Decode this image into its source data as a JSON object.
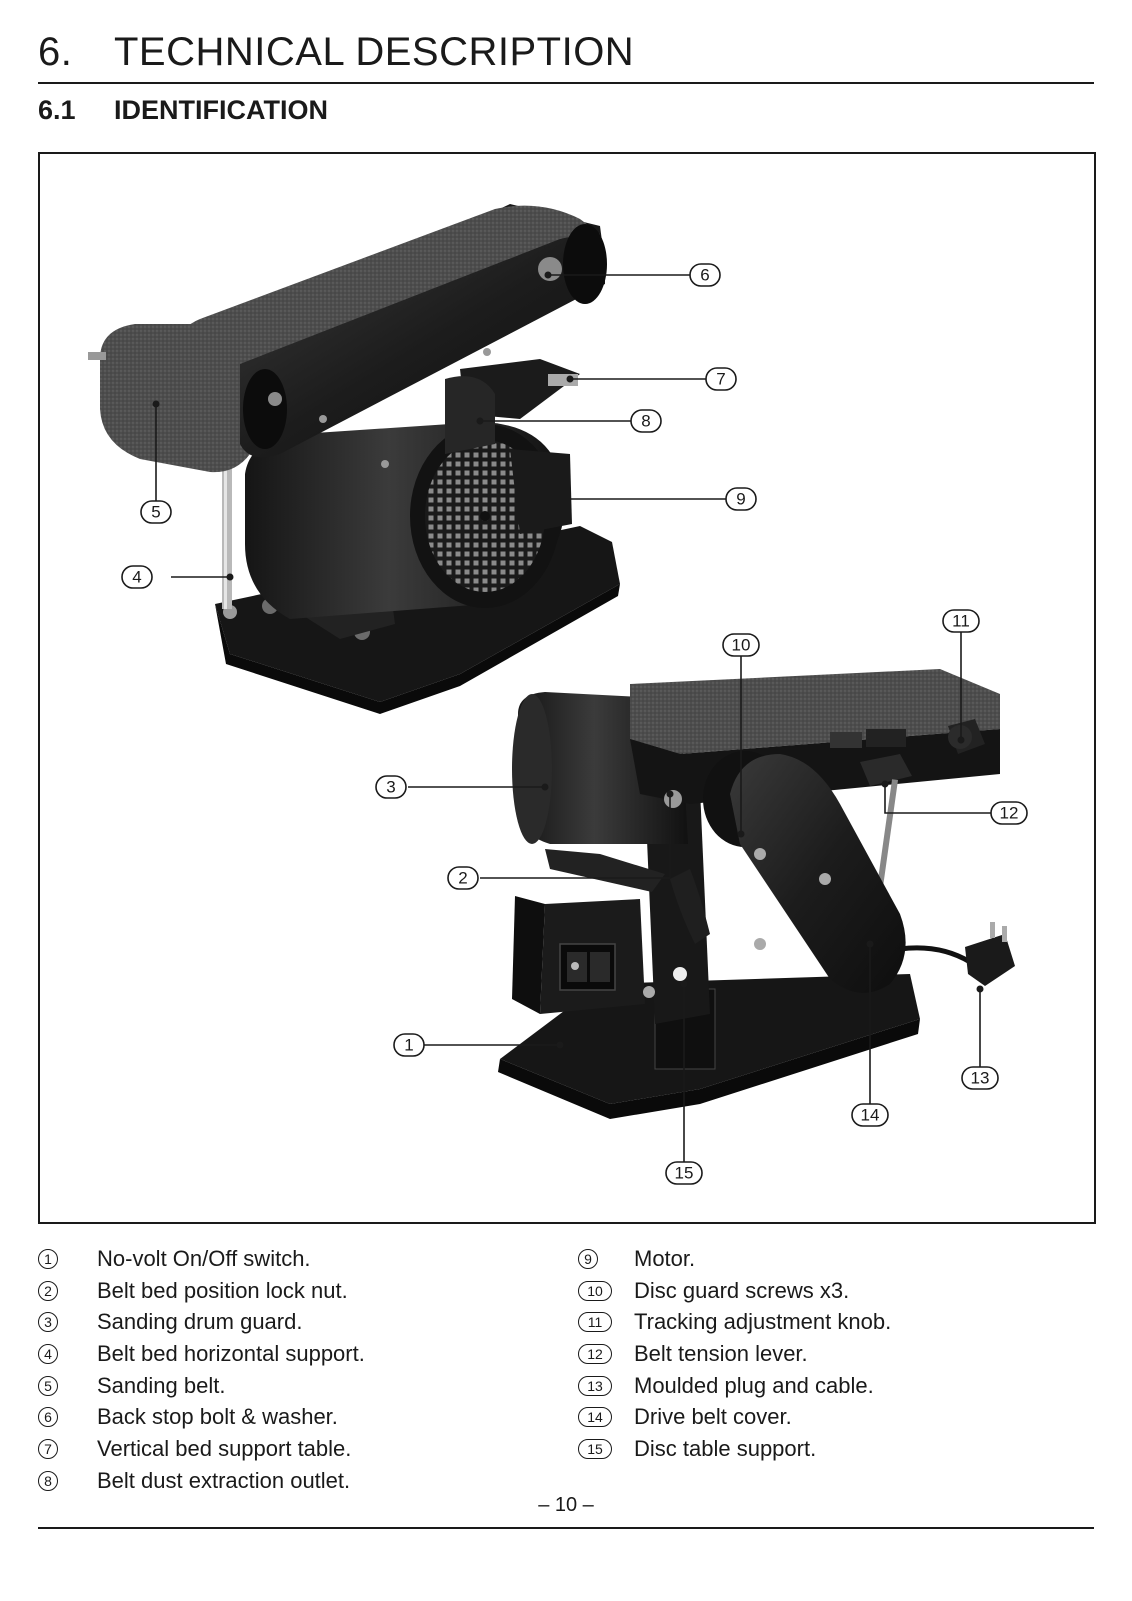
{
  "header": {
    "section_number": "6.",
    "section_title": "TECHNICAL DESCRIPTION",
    "subsection_number": "6.1",
    "subsection_title": "IDENTIFICATION"
  },
  "figure": {
    "callouts": [
      "1",
      "2",
      "3",
      "4",
      "5",
      "6",
      "7",
      "8",
      "9",
      "10",
      "11",
      "12",
      "13",
      "14",
      "15"
    ]
  },
  "legend": {
    "left": [
      {
        "num": "1",
        "label": "No-volt On/Off switch."
      },
      {
        "num": "2",
        "label": "Belt bed position lock nut."
      },
      {
        "num": "3",
        "label": "Sanding drum guard."
      },
      {
        "num": "4",
        "label": "Belt bed horizontal support."
      },
      {
        "num": "5",
        "label": "Sanding belt."
      },
      {
        "num": "6",
        "label": "Back stop bolt & washer."
      },
      {
        "num": "7",
        "label": "Vertical bed support table."
      },
      {
        "num": "8",
        "label": "Belt dust extraction outlet."
      }
    ],
    "right": [
      {
        "num": "9",
        "label": "Motor."
      },
      {
        "num": "10",
        "label": "Disc guard screws x3."
      },
      {
        "num": "11",
        "label": "Tracking adjustment knob."
      },
      {
        "num": "12",
        "label": "Belt tension lever."
      },
      {
        "num": "13",
        "label": "Moulded plug and cable."
      },
      {
        "num": "14",
        "label": "Drive belt cover."
      },
      {
        "num": "15",
        "label": "Disc table support."
      }
    ]
  },
  "footer": {
    "page_number": "– 10 –"
  },
  "colors": {
    "text": "#1a1a1a",
    "machine_body": "#1f1f1f",
    "sanding_belt": "#4a4a4a",
    "background": "#ffffff"
  }
}
